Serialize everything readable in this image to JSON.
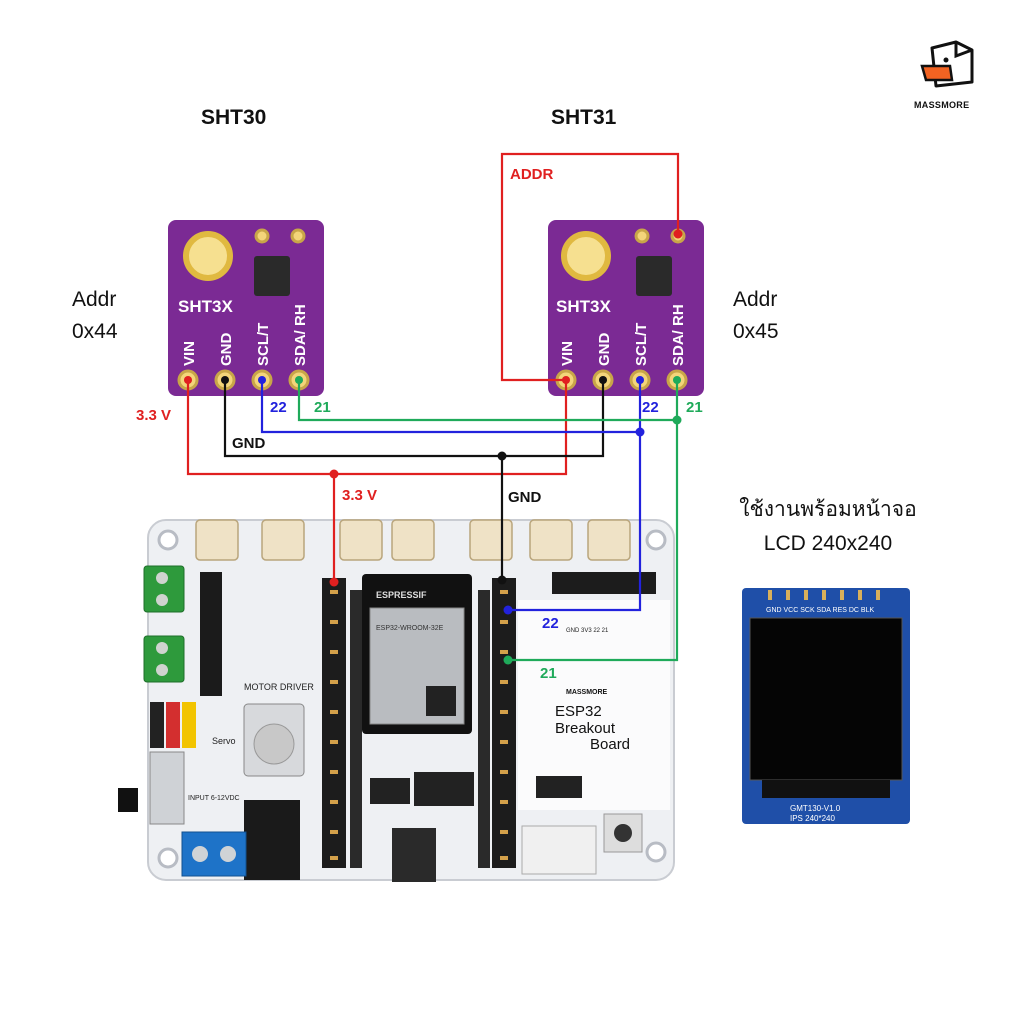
{
  "brand": {
    "name": "MASSMORE"
  },
  "sensors": {
    "left": {
      "title": "SHT30",
      "addr_label": "Addr",
      "addr_value": "0x44",
      "board_name": "SHT3X",
      "pins": [
        "VIN",
        "GND",
        "SCL/T",
        "SDA/ RH"
      ]
    },
    "right": {
      "title": "SHT31",
      "addr_label": "Addr",
      "addr_value": "0x45",
      "board_name": "SHT3X",
      "pins": [
        "VIN",
        "GND",
        "SCL/T",
        "SDA/ RH"
      ]
    }
  },
  "wires": {
    "addr": "ADDR",
    "v33_left": "3.3 V",
    "v33_bottom": "3.3 V",
    "gnd_left": "GND",
    "gnd_bottom": "GND",
    "scl_left": "22",
    "sda_left": "21",
    "scl_right": "22",
    "sda_right": "21",
    "scl_board": "22",
    "sda_board": "21"
  },
  "colors": {
    "red": "#e02020",
    "black": "#111111",
    "blue": "#2222dd",
    "green": "#1faa5a",
    "purple": "#7b2a94",
    "board": "#f1f3f6"
  },
  "esp32": {
    "module_brand": "ESPRESSIF",
    "module_name": "ESP32-WROOM-32E",
    "brand": "MASSMORE",
    "title_line1": "ESP32",
    "title_line2": "Breakout",
    "title_line3": "Board",
    "motor_label": "MOTOR DRIVER",
    "servo_label": "Servo",
    "input_label": "INPUT 6-12VDC",
    "header_labels": "GND 3V3 22 21"
  },
  "lcd": {
    "caption_line1": "ใช้งานพร้อมหน้าจอ",
    "caption_line2": "LCD 240x240",
    "pins": "GND VCC SCK SDA RES DC BLK",
    "model_line1": "GMT130-V1.0",
    "model_line2": "IPS 240*240"
  }
}
